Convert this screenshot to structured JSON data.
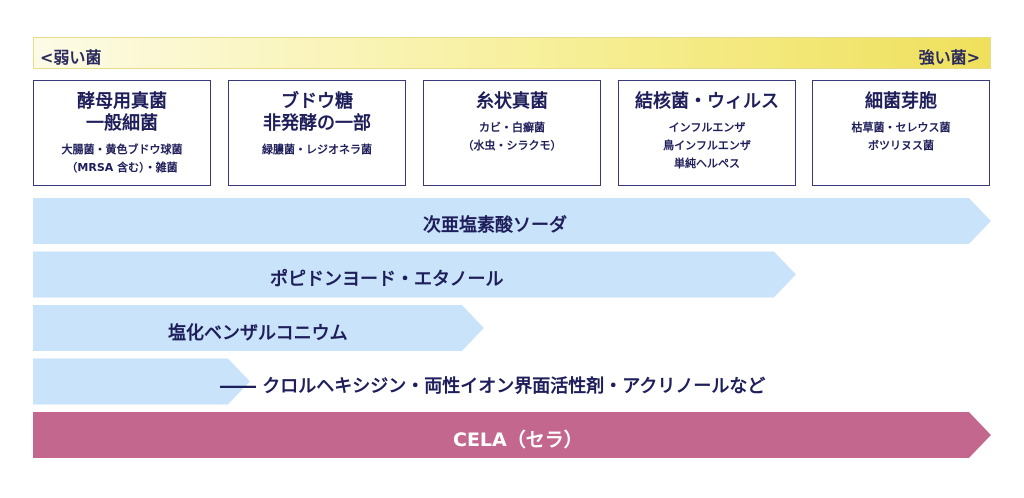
{
  "scale": {
    "weak_label": "<弱い菌",
    "strong_label": "強い菌>"
  },
  "microbes": [
    {
      "title": "酵母用真菌\n一般細菌",
      "detail": "大腸菌・黄色ブドウ球菌\n（MRSA 含む）・雑菌"
    },
    {
      "title": "ブドウ糖\n非発酵の一部",
      "detail": "緑膿菌・レジオネラ菌"
    },
    {
      "title": "糸状真菌",
      "detail": "カビ・白癬菌\n（水虫・シラクモ）"
    },
    {
      "title": "結核菌・ウィルス",
      "detail": "インフルエンザ\n鳥インフルエンザ\n単純ヘルペス"
    },
    {
      "title": "細菌芽胞",
      "detail": "枯草菌・セレウス菌\nボツリヌス菌"
    }
  ],
  "disinfectants": [
    {
      "label": "次亜塩素酸ソーダ",
      "covers": 5
    },
    {
      "label": "ポピドンヨード・エタノール",
      "covers": 4
    },
    {
      "label": "塩化ベンザルコニウム",
      "covers": 2.4
    },
    {
      "label": "―― クロルヘキシジン・両性イオン界面活性剤・アクリノールなど",
      "covers": 1.2
    },
    {
      "label": "CELA（セラ）",
      "covers": 5
    }
  ],
  "colors": {
    "arrow_blue": "#c9e3fb",
    "arrow_cela": "#c4678e",
    "box_border": "#3a3a7a",
    "text": "#1e1e5a"
  }
}
